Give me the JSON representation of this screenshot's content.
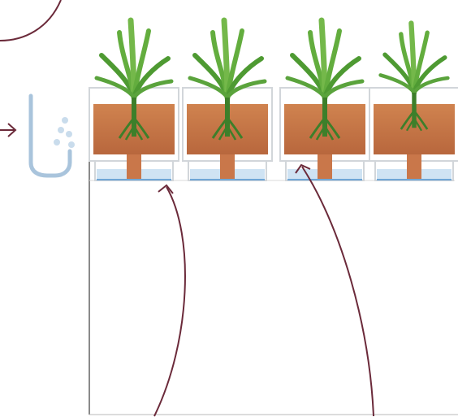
{
  "diagram": {
    "containers": [
      {
        "id": "container-1",
        "contents": [
          "plant",
          "soil",
          "water"
        ]
      },
      {
        "id": "container-2",
        "contents": [
          "plant",
          "soil",
          "water"
        ]
      },
      {
        "id": "container-3",
        "contents": [
          "plant",
          "soil",
          "water"
        ]
      },
      {
        "id": "container-4",
        "contents": [
          "plant",
          "soil",
          "water"
        ]
      }
    ],
    "icons": [
      "water-faucet-icon",
      "plant-icon",
      "arrow-icon"
    ],
    "colors": {
      "arrow": "#6b2a3a",
      "soil": "#c9774a",
      "soil_dark": "#b0613a",
      "water": "#cfe3f3",
      "water_line": "#6fa6d6",
      "plant": "#5aa33c",
      "plant_dark": "#3d7f2a",
      "stem": "#bf6a3a",
      "container": "#d9dde1",
      "pipe": "#a9c4dc",
      "frame": "#8a8a8a"
    }
  }
}
